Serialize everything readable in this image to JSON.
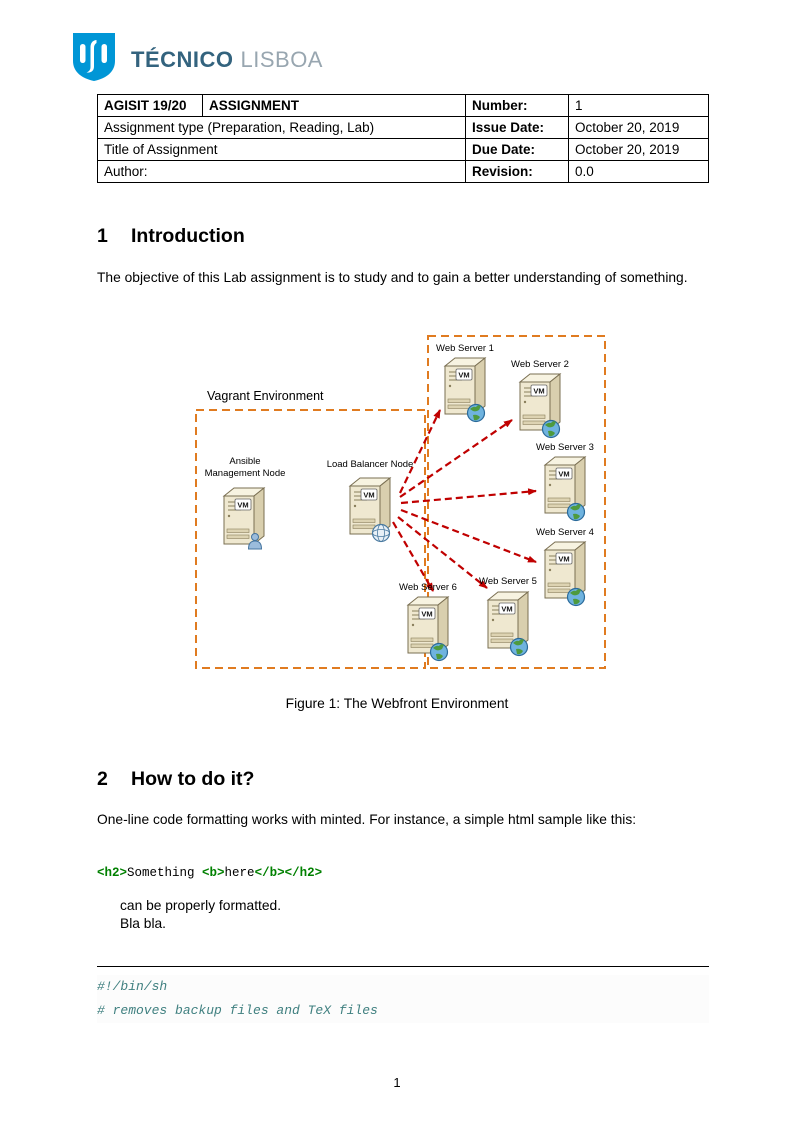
{
  "logo": {
    "brand_primary": "TÉCNICO",
    "brand_secondary": "LISBOA"
  },
  "header_table": {
    "rows": [
      {
        "course": "AGISIT 19/20",
        "type": "ASSIGNMENT",
        "label": "Number:",
        "value": "1"
      },
      {
        "left": "Assignment type (Preparation, Reading, Lab)",
        "label": "Issue Date:",
        "value": "October 20, 2019"
      },
      {
        "left": "Title of Assignment",
        "label": "Due Date:",
        "value": "October 20, 2019"
      },
      {
        "left": "Author:",
        "label": "Revision:",
        "value": "0.0"
      }
    ]
  },
  "section_intro": {
    "number": "1",
    "title": "Introduction",
    "body": "The objective of this Lab assignment is to study and to gain a better understanding of something."
  },
  "figure": {
    "vagrant_label": "Vagrant Environment",
    "vm_badge": "VM",
    "nodes": {
      "ansible_line1": "Ansible",
      "ansible_line2": "Management Node",
      "load_balancer": "Load Balancer Node",
      "web1": "Web Server 1",
      "web2": "Web Server 2",
      "web3": "Web Server 3",
      "web4": "Web Server 4",
      "web5": "Web Server 5",
      "web6": "Web Server 6"
    },
    "caption": "Figure 1: The Webfront Environment",
    "colors": {
      "env_box_orange": "#e07b20",
      "arrow_red": "#c00000"
    }
  },
  "section_howto": {
    "number": "2",
    "title": "How to do it?",
    "body": "One-line code formatting works with minted.  For instance, a simple html sample like this:",
    "code_tokens": [
      {
        "text": "<h2>",
        "kind": "tag"
      },
      {
        "text": "Something ",
        "kind": "plain"
      },
      {
        "text": "<b>",
        "kind": "tag"
      },
      {
        "text": "here",
        "kind": "plain"
      },
      {
        "text": "</b>",
        "kind": "tag"
      },
      {
        "text": "</h2>",
        "kind": "tag"
      }
    ],
    "after_line1": "can be properly formatted.",
    "after_line2": "Bla bla."
  },
  "code_block": {
    "lines": [
      "#!/bin/sh",
      "# removes backup files and TeX files"
    ]
  },
  "footer": {
    "page_number": "1"
  }
}
